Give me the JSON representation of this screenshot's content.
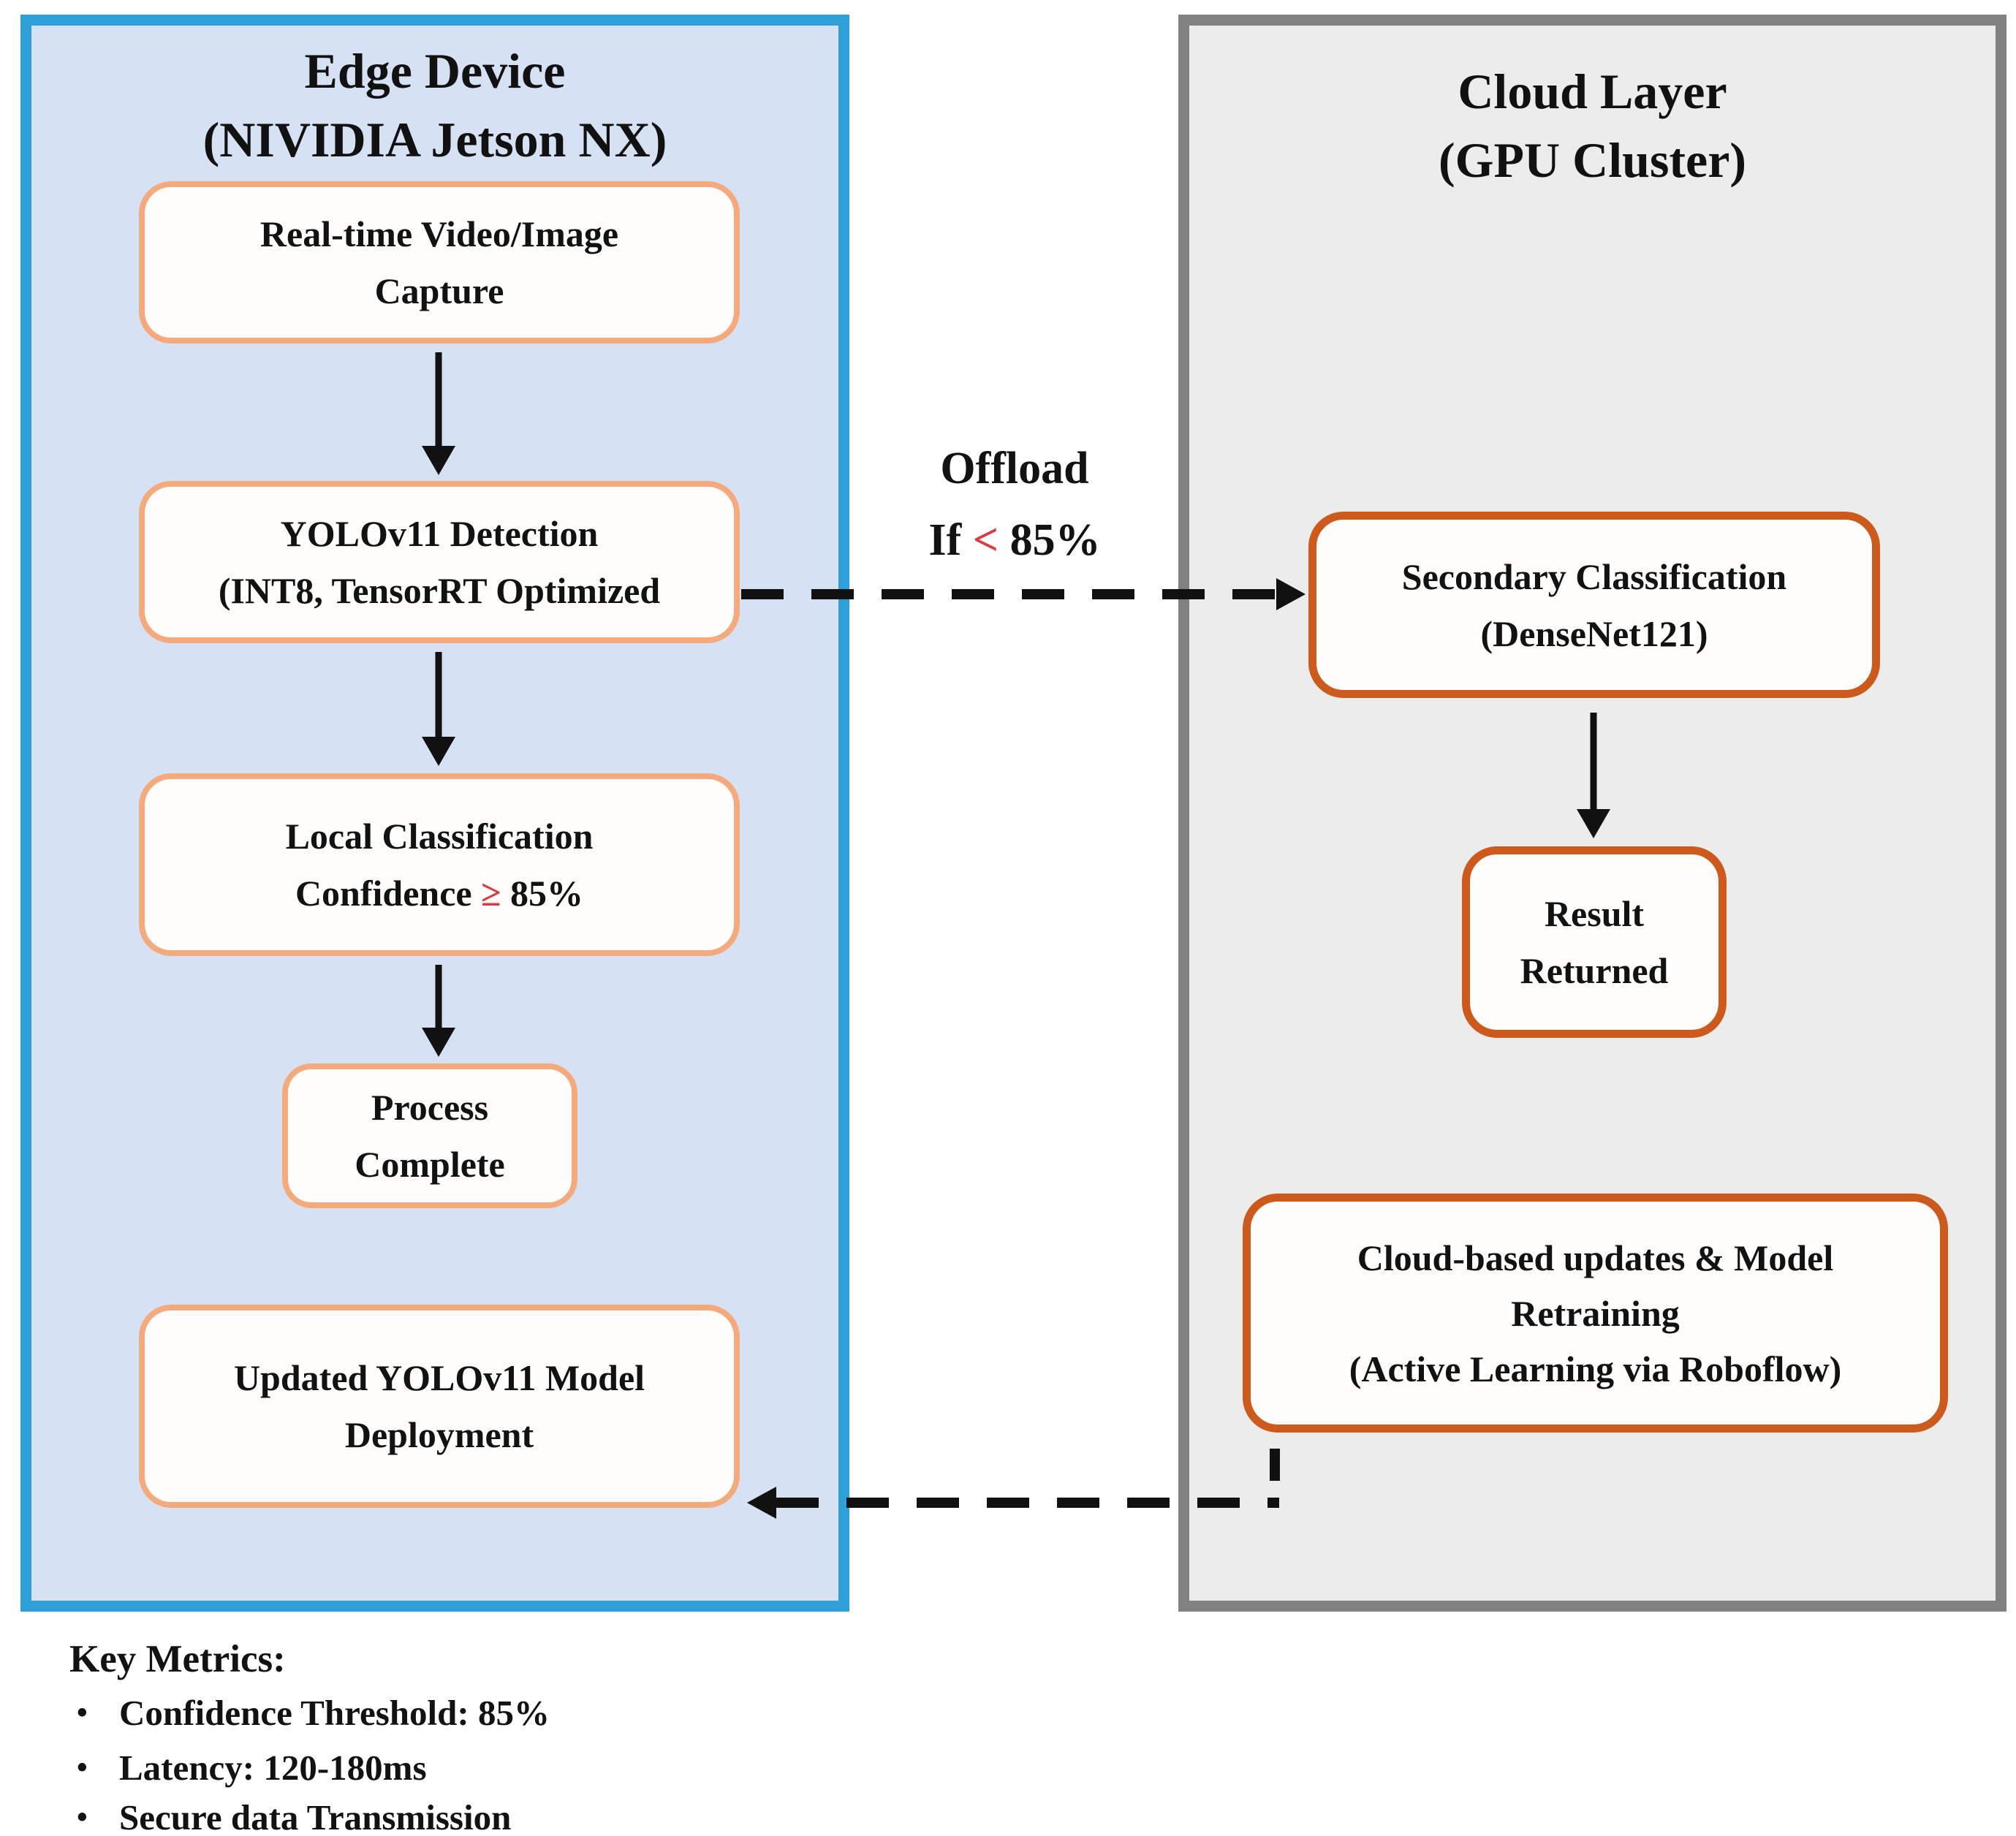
{
  "edge_panel": {
    "title_line1": "Edge Device",
    "title_line2": "(NIVIDIA Jetson NX)",
    "nodes": {
      "capture": {
        "line1": "Real-time Video/Image",
        "line2": "Capture"
      },
      "detection": {
        "line1": "YOLOv11 Detection",
        "line2": "(INT8, TensorRT Optimized"
      },
      "local_classification": {
        "line1": "Local Classification",
        "line2_pre": "Confidence ",
        "line2_symbol": "≥",
        "line2_post": " 85%"
      },
      "process_complete": {
        "line1": "Process",
        "line2": "Complete"
      },
      "deployment": {
        "line1": "Updated YOLOv11 Model",
        "line2": "Deployment"
      }
    }
  },
  "cloud_panel": {
    "title_line1": "Cloud Layer",
    "title_line2": "(GPU Cluster)",
    "nodes": {
      "secondary": {
        "line1": "Secondary Classification",
        "line2": "(DenseNet121)"
      },
      "result": {
        "line1": "Result",
        "line2": "Returned"
      },
      "retraining": {
        "line1": "Cloud-based updates & Model",
        "line2": "Retraining",
        "line3": "(Active Learning via Roboflow)"
      }
    }
  },
  "offload_label": {
    "line1": "Offload",
    "line2_pre": "If ",
    "line2_symbol": "<",
    "line2_post": " 85%"
  },
  "key_metrics": {
    "title": "Key Metrics:",
    "bullet": "•",
    "items": [
      "Confidence Threshold: 85%",
      "Latency: 120-180ms",
      "Secure data Transmission"
    ]
  },
  "colors": {
    "edge_border": "#2e9fd8",
    "edge_fill": "#d6e2f4",
    "cloud_border": "#818181",
    "cloud_fill": "#ececec",
    "edge_node_border": "#f5aa7e",
    "cloud_node_border": "#cd5a1d",
    "highlight_red": "#d93b42",
    "arrow_black": "#111111"
  }
}
